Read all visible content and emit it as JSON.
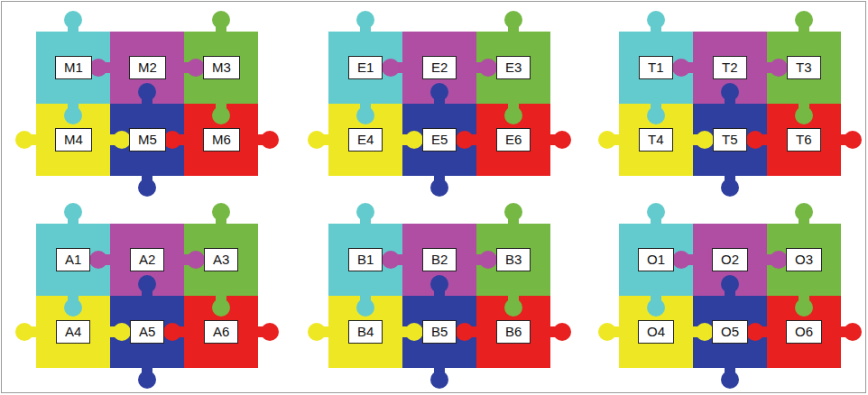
{
  "diagram": {
    "nodes": [
      {
        "text": [
          "M1"
        ]
      },
      {
        "text": [
          "M2"
        ]
      },
      {
        "text": [
          "M3"
        ]
      },
      {
        "text": [
          "M4"
        ]
      },
      {
        "text": [
          "M5"
        ]
      },
      {
        "text": [
          "M6"
        ]
      },
      {
        "text": [
          "E1"
        ]
      },
      {
        "text": [
          "E2"
        ]
      },
      {
        "text": [
          "E3"
        ]
      },
      {
        "text": [
          "E4"
        ]
      },
      {
        "text": [
          "E5"
        ]
      },
      {
        "text": [
          "E6"
        ]
      },
      {
        "text": [
          "T1"
        ]
      },
      {
        "text": [
          "T2"
        ]
      },
      {
        "text": [
          "T3"
        ]
      },
      {
        "text": [
          "T4"
        ]
      },
      {
        "text": [
          "T5"
        ]
      },
      {
        "text": [
          "T6"
        ]
      },
      {
        "text": [
          "A1"
        ]
      },
      {
        "text": [
          "A2"
        ]
      },
      {
        "text": [
          "A3"
        ]
      },
      {
        "text": [
          "A4"
        ]
      },
      {
        "text": [
          "A5"
        ]
      },
      {
        "text": [
          "A6"
        ]
      },
      {
        "text": [
          "B1"
        ]
      },
      {
        "text": [
          "B2"
        ]
      },
      {
        "text": [
          "B3"
        ]
      },
      {
        "text": [
          "B4"
        ]
      },
      {
        "text": [
          "B5"
        ]
      },
      {
        "text": [
          "B6"
        ]
      },
      {
        "text": [
          "O1"
        ]
      },
      {
        "text": [
          "O2"
        ]
      },
      {
        "text": [
          "O3"
        ]
      },
      {
        "text": [
          "O4"
        ]
      },
      {
        "text": [
          "O5"
        ]
      },
      {
        "text": [
          "O6"
        ]
      }
    ]
  }
}
